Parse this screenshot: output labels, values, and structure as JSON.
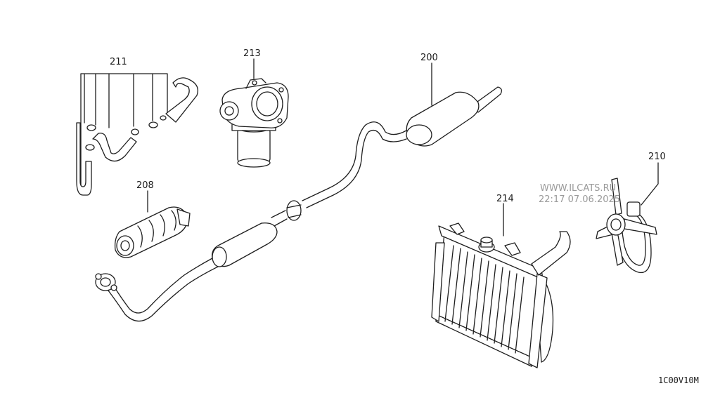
{
  "callouts": {
    "p211": "211",
    "p213": "213",
    "p200": "200",
    "p208": "208",
    "p214": "214",
    "p210": "210"
  },
  "watermark": {
    "site": "WWW.ILCATS.RU",
    "stamp": "22:17 07.06.2025"
  },
  "diagram_code": "1C00V10M"
}
